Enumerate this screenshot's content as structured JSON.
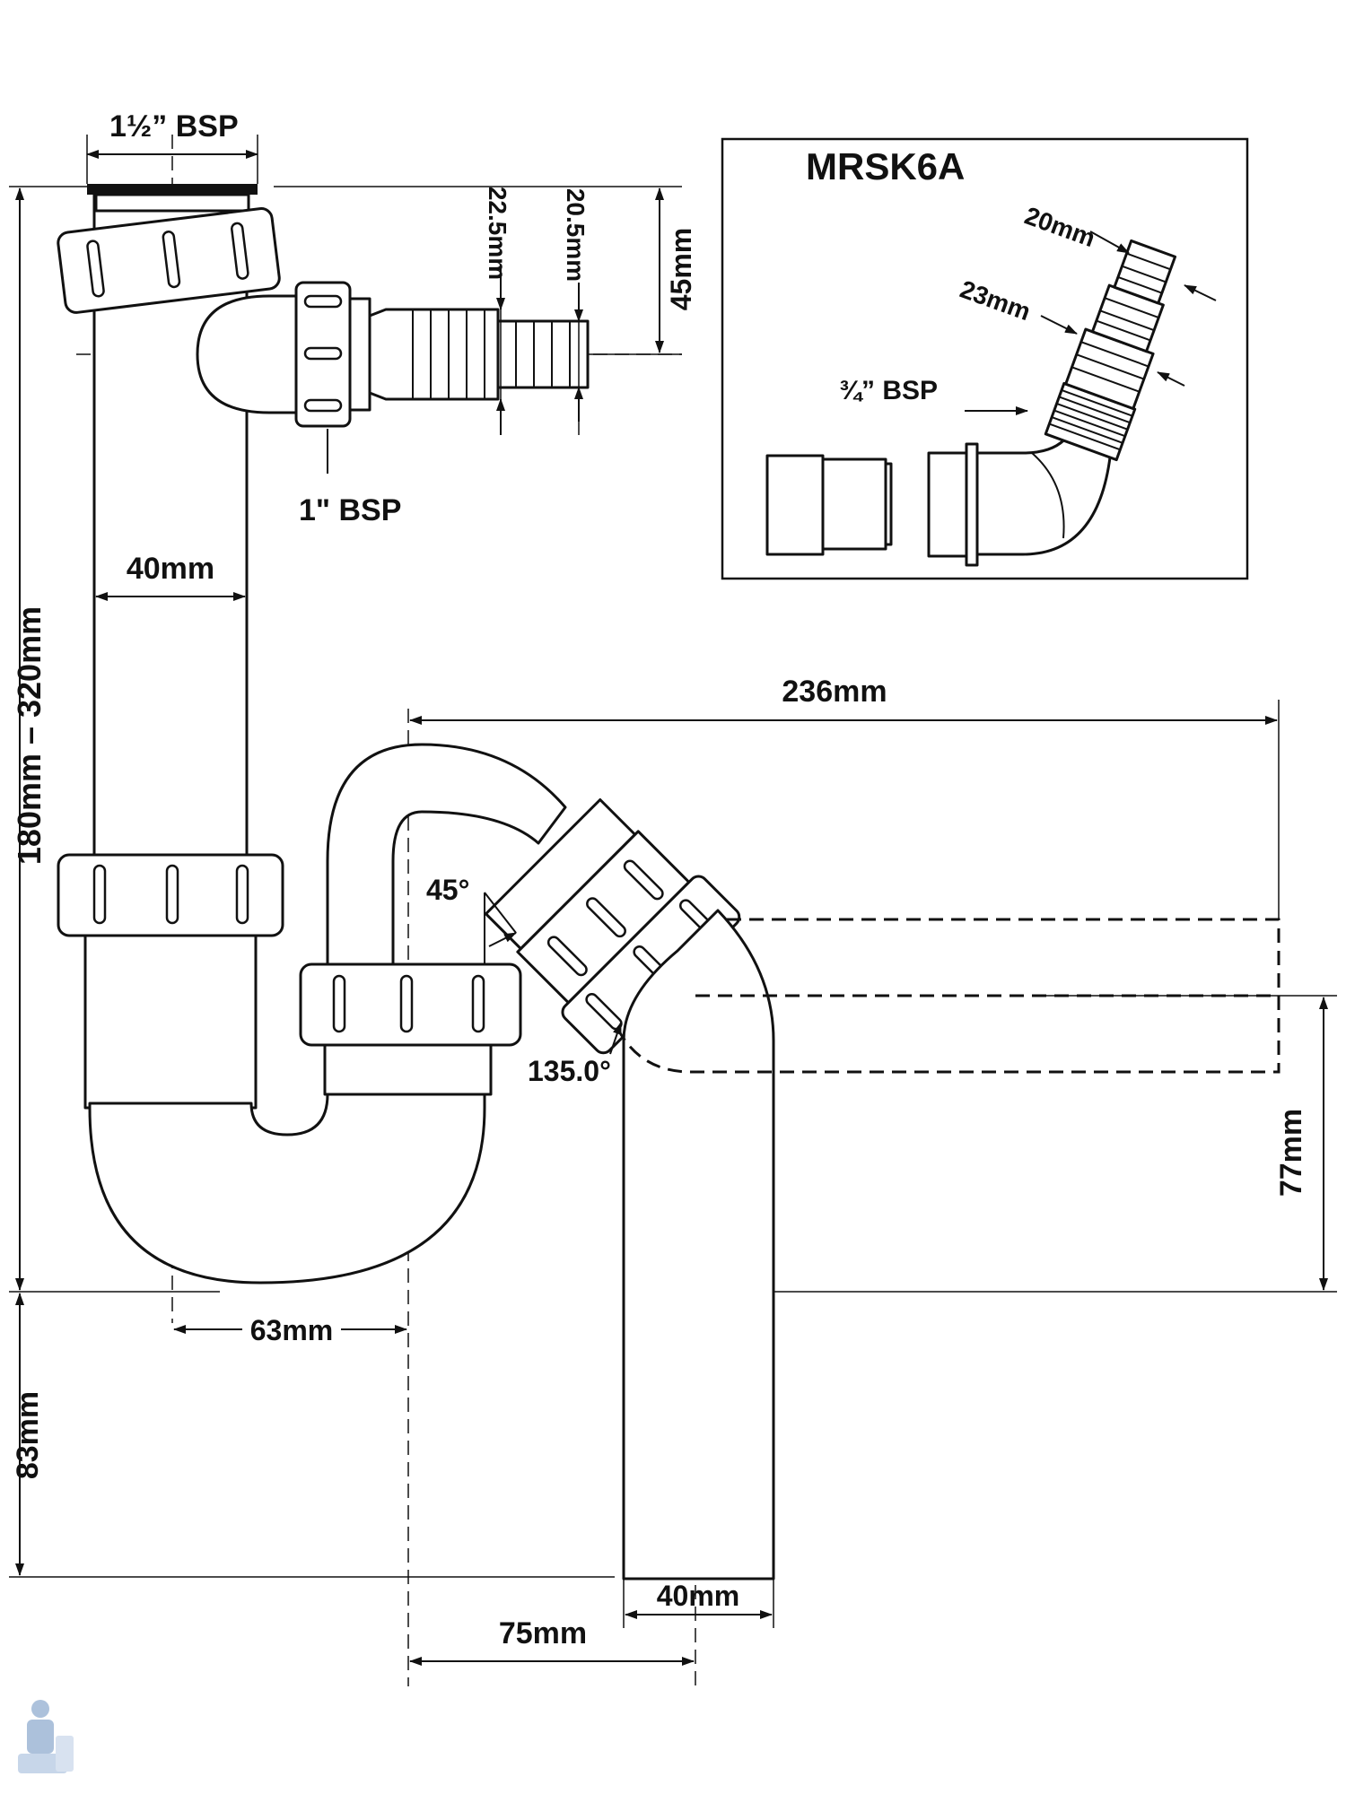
{
  "diagram": {
    "labels": {
      "inlet_thread": "1½” BSP",
      "height_range": "180mm – 320mm",
      "inlet_tube_diameter": "40mm",
      "spigot_thread": "1\" BSP",
      "spigot_outer": "22.5mm",
      "spigot_inner": "20.5mm",
      "spigot_height": "45mm",
      "overall_width": "236mm",
      "angle_top": "45°",
      "angle_outlet": "135.0°",
      "outlet_offset_height": "77mm",
      "trap_offset": "63mm",
      "seal_depth": "83mm",
      "outlet_tube_diameter": "40mm",
      "outlet_offset_width": "75mm"
    },
    "inset": {
      "title": "MRSK6A",
      "label_20mm": "20mm",
      "label_23mm": "23mm",
      "label_thread": "¾” BSP"
    }
  }
}
